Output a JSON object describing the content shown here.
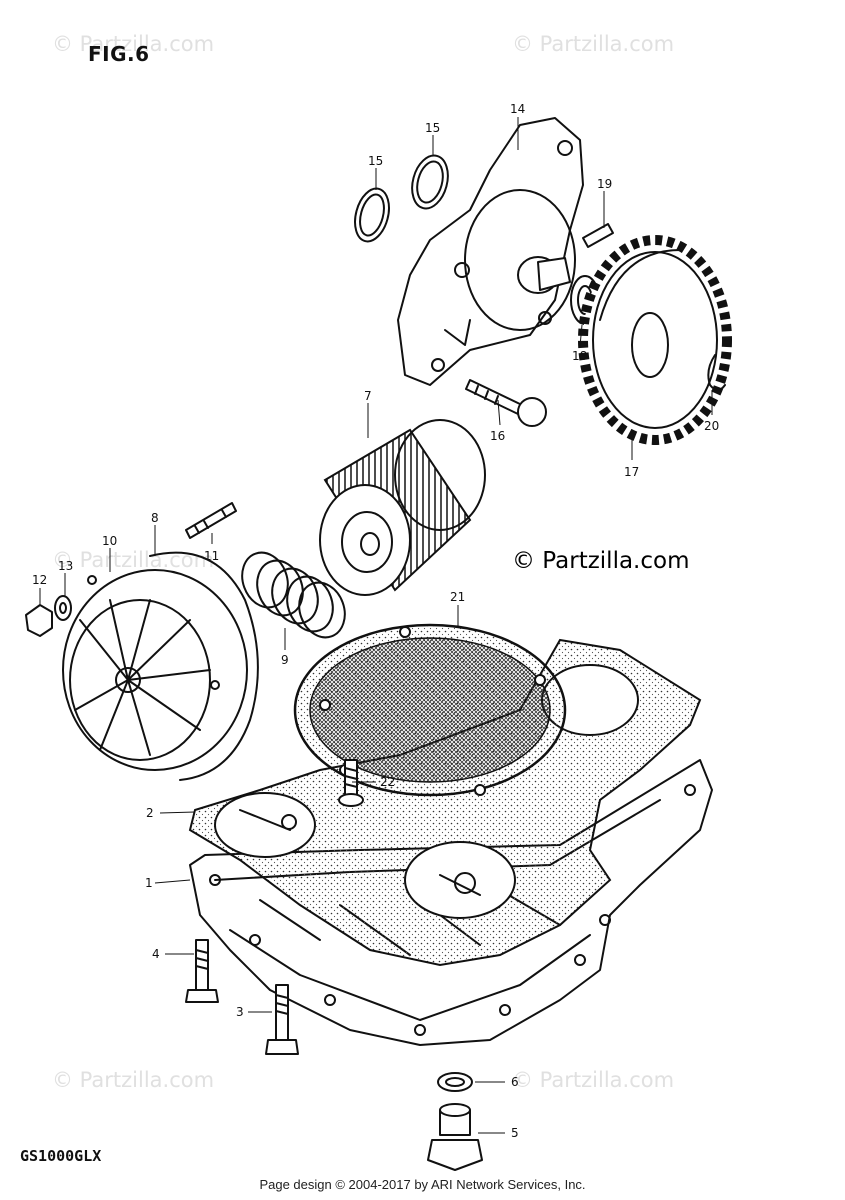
{
  "figure": {
    "title": "FIG.6",
    "model": "GS1000GLX"
  },
  "watermarks": [
    "© Partzilla.com",
    "© Partzilla.com",
    "© Partzilla.com",
    "© Partzilla.com",
    "© Partzilla.com"
  ],
  "brand": "© Partzilla.com",
  "footer": "Page design © 2004-2017 by ARI Network Services, Inc.",
  "callouts": {
    "c1": "1",
    "c2": "2",
    "c3": "3",
    "c4": "4",
    "c5": "5",
    "c6": "6",
    "c7": "7",
    "c8": "8",
    "c9": "9",
    "c10": "10",
    "c11": "11",
    "c12": "12",
    "c13": "13",
    "c14": "14",
    "c15a": "15",
    "c15b": "15",
    "c16": "16",
    "c17": "17",
    "c18": "18",
    "c19": "19",
    "c20": "20",
    "c21": "21",
    "c22": "22"
  }
}
